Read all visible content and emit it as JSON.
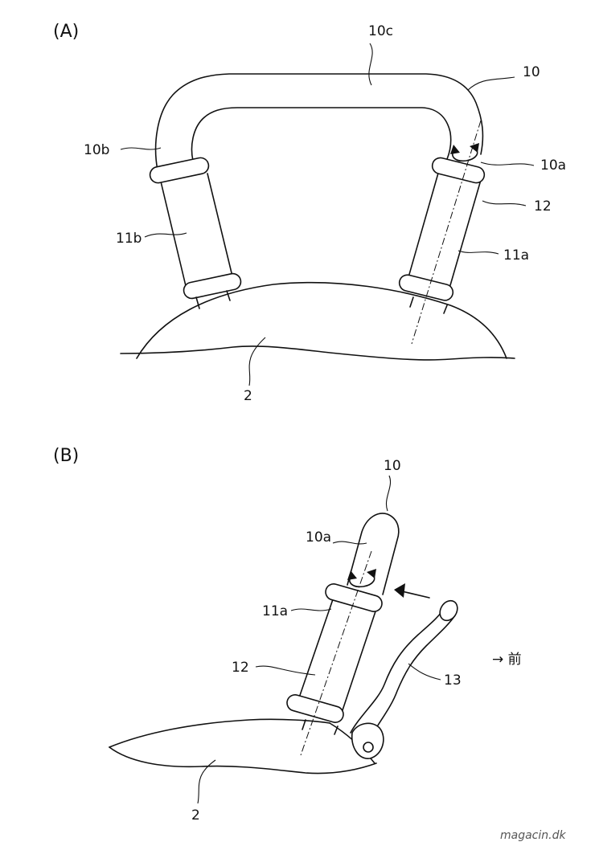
{
  "panel_a": {
    "title": "(A)",
    "labels": {
      "l10c": "10c",
      "l10": "10",
      "l10b": "10b",
      "l10a": "10a",
      "l12": "12",
      "l11b": "11b",
      "l11a": "11a",
      "l2": "2"
    }
  },
  "panel_b": {
    "title": "(B)",
    "labels": {
      "l10": "10",
      "l10a": "10a",
      "l11a": "11a",
      "l12": "12",
      "l13": "13",
      "front": "→ 前",
      "l2": "2"
    }
  },
  "watermark": "magacin.dk"
}
